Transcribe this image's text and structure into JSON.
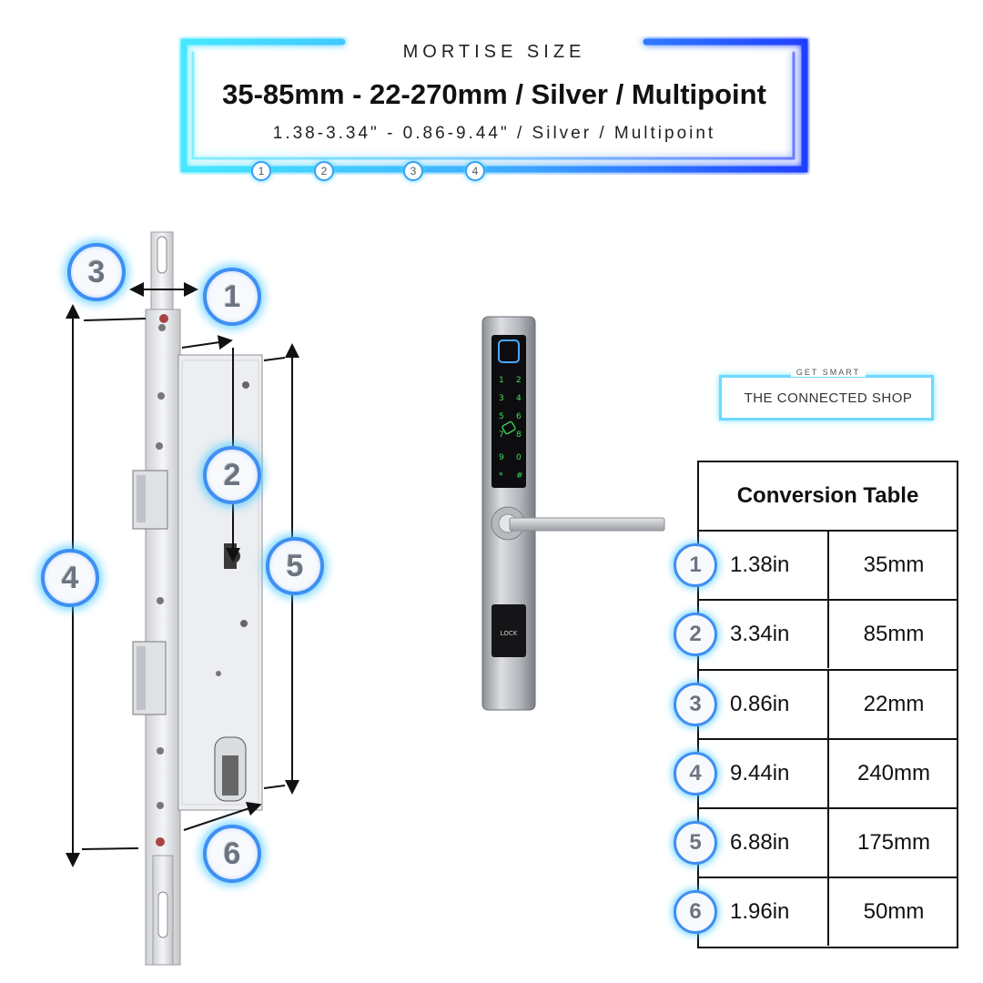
{
  "header": {
    "kicker": "MORTISE SIZE",
    "title": "35-85mm - 22-270mm / Silver / Multipoint",
    "subtitle": "1.38-3.34\" - 0.86-9.44\" / Silver / Multipoint",
    "mini_badges": [
      "1",
      "2",
      "3",
      "4"
    ]
  },
  "dimension_badges": [
    "3",
    "1",
    "2",
    "4",
    "5",
    "6"
  ],
  "logo": {
    "tagline": "GET SMART",
    "name": "THE CONNECTED SHOP"
  },
  "colors": {
    "neon_cyan": "#46e3ff",
    "neon_blue": "#1f4dff",
    "badge_ring": "#3f8ff2"
  },
  "handle": {
    "keypad": [
      "1",
      "2",
      "3",
      "4",
      "5",
      "6",
      "7",
      "8",
      "9",
      "0",
      "*",
      "#"
    ],
    "lock_label": "LOCK"
  },
  "conversion_table": {
    "title": "Conversion Table",
    "rows": [
      {
        "n": "1",
        "inches": "1.38in",
        "mm": "35mm"
      },
      {
        "n": "2",
        "inches": "3.34in",
        "mm": "85mm"
      },
      {
        "n": "3",
        "inches": "0.86in",
        "mm": "22mm"
      },
      {
        "n": "4",
        "inches": "9.44in",
        "mm": "240mm"
      },
      {
        "n": "5",
        "inches": "6.88in",
        "mm": "175mm"
      },
      {
        "n": "6",
        "inches": "1.96in",
        "mm": "50mm"
      }
    ]
  }
}
